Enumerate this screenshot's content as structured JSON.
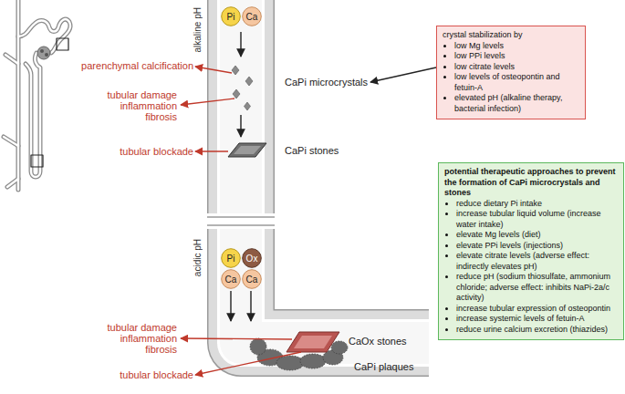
{
  "diagram": {
    "nodes": [
      {
        "text": [
          "Pi"
        ]
      },
      {
        "text": [
          "Ca"
        ]
      },
      {
        "text": [
          "crystal stabilization by",
          "low Mg levels",
          "low PPi levels",
          "low citrate levels",
          "low levels of osteopontin and fetuin-A",
          "elevated pH (alkaline therapy, bacterial infection)"
        ]
      },
      {
        "text": [
          "potential therapeutic approaches to prevent the formation of CaPi microcrystals and stones",
          "reduce dietary Pi intake",
          "increase tubular liquid volume (increase water intake)",
          "elevate Mg levels (diet)",
          "elevate PPi levels (injections)",
          "elevate citrate levels (adverse effect: indirectly elevates pH)",
          "reduce pH (sodium thiosulfate, ammonium chloride; adverse effect: inhibits NaPi-2a/c activity)",
          "increase tubular expression of osteopontin",
          "increase systemic levels of fetuin-A",
          "reduce urine calcium excretion (thiazides)"
        ]
      },
      {
        "text": [
          "Pi"
        ]
      },
      {
        "text": [
          "Ox"
        ]
      },
      {
        "text": [
          "Ca"
        ]
      },
      {
        "text": [
          "Ca"
        ]
      }
    ],
    "labels": [
      "alkaline pH",
      "parenchymal calcification",
      "CaPi microcrystals",
      "tubular damage inflammation fibrosis",
      "tubular blockade",
      "CaPi stones",
      "acidic pH",
      "tubular damage inflammation fibrosis",
      "tubular blockade",
      "CaOx stones",
      "CaPi plaques"
    ]
  }
}
